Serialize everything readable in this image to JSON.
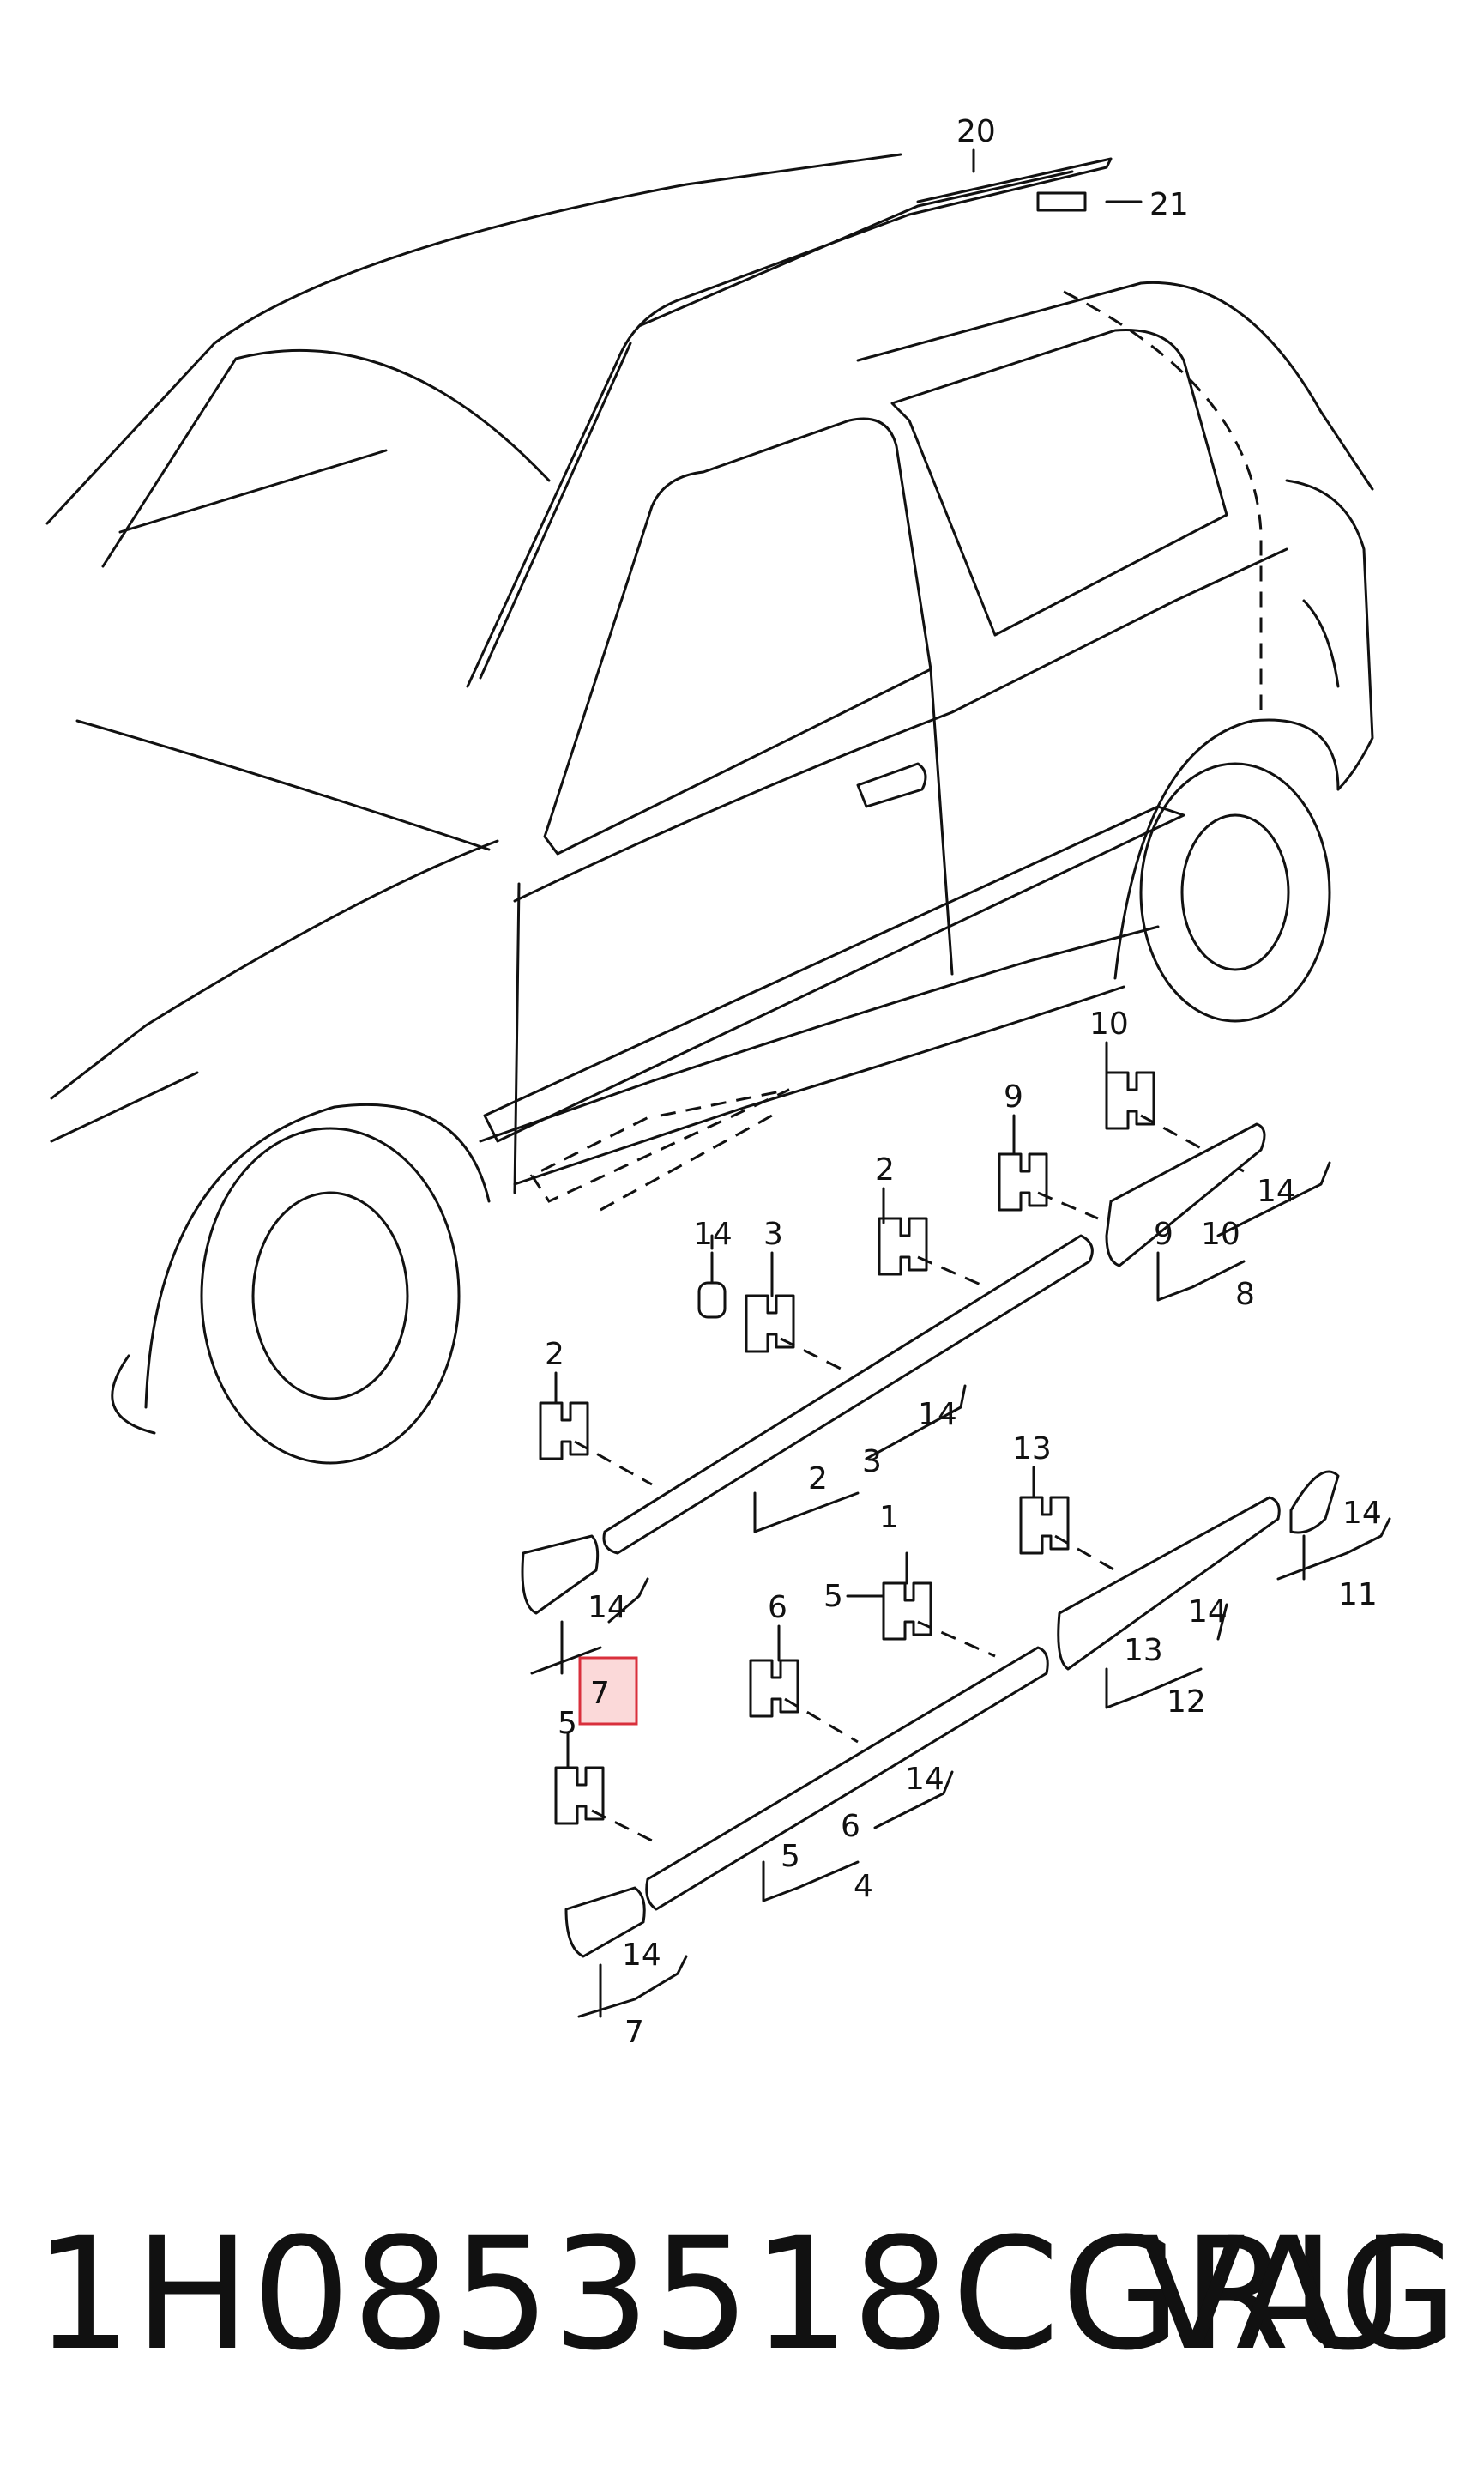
{
  "diagram": {
    "labels": {
      "l20": "20",
      "l21": "21",
      "l10a": "10",
      "l9a": "9",
      "l14a": "14",
      "l9b": "9",
      "l10b": "10",
      "l8": "8",
      "l2a": "2",
      "l14b": "14",
      "l3a": "3",
      "l2b": "2",
      "l14c": "14",
      "l2c": "2",
      "l3b": "3",
      "l1": "1",
      "l14d": "14",
      "l7a": "7",
      "l13a": "13",
      "l14e": "14",
      "l11": "11",
      "l6a": "6",
      "l5a": "5",
      "l14f": "14",
      "l13b": "13",
      "l12": "12",
      "l5b": "5",
      "l14g": "14",
      "l5c": "5",
      "l6b": "6",
      "l4": "4",
      "l14h": "14",
      "l7b": "7"
    },
    "highlight_color": "#d9303c"
  },
  "caption": {
    "part_number": "1H0853518CGRU",
    "brand": "VAG"
  }
}
